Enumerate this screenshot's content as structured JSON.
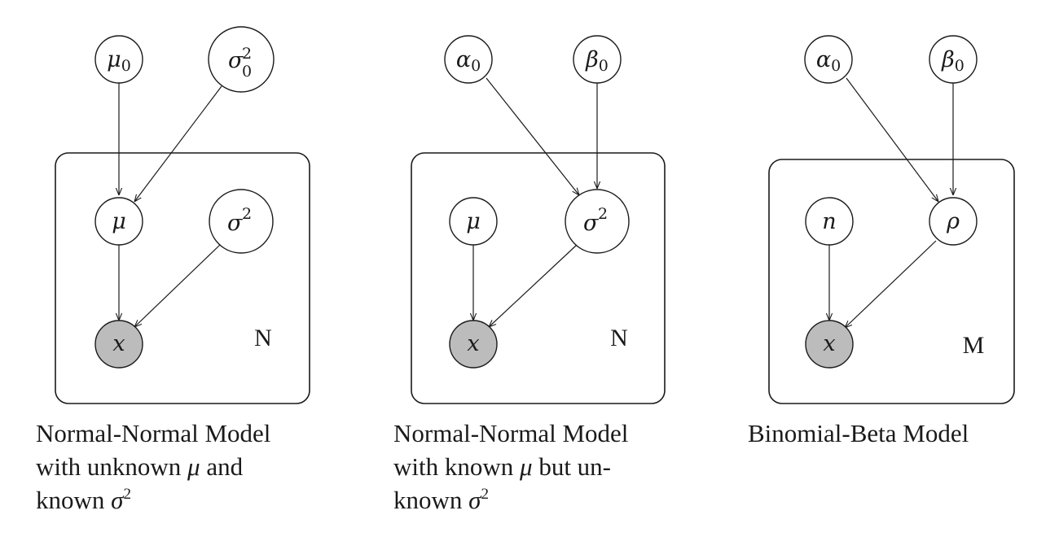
{
  "diagrams": [
    {
      "plate_label": "N",
      "caption": {
        "line1": "Normal-Normal Model",
        "line2_pre": "with unknown ",
        "line2_math": "μ",
        "line2_post": " and",
        "line3_pre": "known ",
        "line3_math": "σ",
        "line3_sup": "2"
      },
      "nodes": {
        "hyper_a": {
          "base": "μ",
          "sub": "0"
        },
        "hyper_b": {
          "base": "σ",
          "sup": "2",
          "sub": "0"
        },
        "param_a": {
          "base": "μ"
        },
        "param_b": {
          "base": "σ",
          "sup": "2"
        },
        "observed": {
          "base": "x"
        }
      }
    },
    {
      "plate_label": "N",
      "caption": {
        "line1": "Normal-Normal Model",
        "line2_pre": "with known ",
        "line2_math": "μ",
        "line2_post": " but un-",
        "line3_pre": "known ",
        "line3_math": "σ",
        "line3_sup": "2"
      },
      "nodes": {
        "hyper_a": {
          "base": "α",
          "sub": "0"
        },
        "hyper_b": {
          "base": "β",
          "sub": "0"
        },
        "param_a": {
          "base": "μ"
        },
        "param_b": {
          "base": "σ",
          "sup": "2"
        },
        "observed": {
          "base": "x"
        }
      }
    },
    {
      "plate_label": "M",
      "caption": {
        "line1": "Binomial-Beta Model"
      },
      "nodes": {
        "hyper_a": {
          "base": "α",
          "sub": "0"
        },
        "hyper_b": {
          "base": "β",
          "sub": "0"
        },
        "param_a": {
          "base": "n"
        },
        "param_b": {
          "base": "ρ"
        },
        "observed": {
          "base": "x"
        }
      }
    }
  ],
  "colors": {
    "stroke": "#1a1a1a",
    "observed_fill": "#bcbcbc",
    "background": "#ffffff"
  }
}
